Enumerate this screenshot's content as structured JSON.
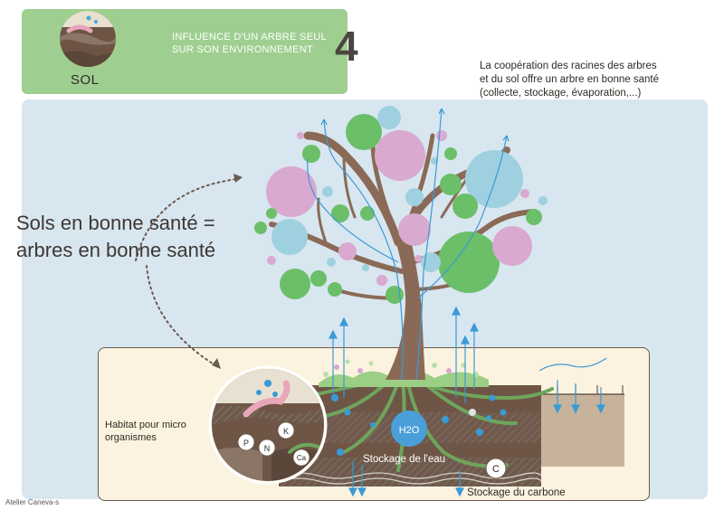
{
  "header": {
    "thumbnail_label": "SOL",
    "title_lines": [
      "INFLUENCE D'UN ARBRE SEUL",
      "SUR SON ENVIRONNEMENT"
    ],
    "number": "4"
  },
  "intro_lines": [
    "La coopération des racines des arbres",
    "et du sol offre un arbre en bonne santé",
    "(collecte, stockage, évaporation,...)"
  ],
  "slogan_lines": [
    "Sols en bonne santé =",
    "arbres en bonne santé"
  ],
  "soil": {
    "habitat_lines": [
      "Habitat pour micro",
      "organismes"
    ],
    "nutrients": [
      "P",
      "N",
      "K",
      "Ca"
    ],
    "water_label": "H2O",
    "water_storage_label": "Stockage de l'eau",
    "carbon_symbol": "C",
    "carbon_storage_label": "Stockage du carbone"
  },
  "credit": "Atelier Caneva-s",
  "colors": {
    "header_green": "#9fcf90",
    "panel_blue": "#d8e6f0",
    "soil_cream": "#fbf3df",
    "trunk_brown": "#8a6a56",
    "leaf_green": "#6bbf69",
    "leaf_pink": "#d9a9d0",
    "leaf_blue": "#9fd0e0",
    "water_blue": "#3a9ad6"
  }
}
